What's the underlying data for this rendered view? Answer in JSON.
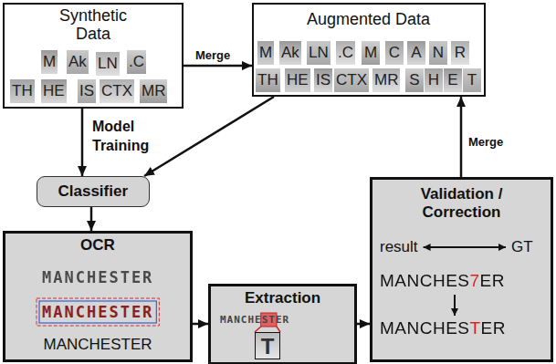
{
  "diagram": {
    "nodes": [
      {
        "text": [
          "Synthetic Data"
        ]
      },
      {
        "text": [
          "Augmented Data"
        ]
      },
      {
        "text": [
          "Classifier"
        ]
      },
      {
        "text": [
          "OCR",
          "MANCHESTER",
          "MANCHESTER",
          "MANCHESTER"
        ]
      },
      {
        "text": [
          "Extraction",
          "MANCHESTER",
          "T"
        ]
      },
      {
        "text": [
          "Validation / Correction",
          "result",
          "GT",
          "MANCHES7ER",
          "MANCHESTER"
        ]
      }
    ],
    "edges": [
      {
        "from": 0,
        "to": 1,
        "label": "Merge",
        "arrow": "to"
      },
      {
        "from": 0,
        "to": 2,
        "label": "Model Training",
        "arrow": "to"
      },
      {
        "from": 1,
        "to": 2,
        "arrow": "to"
      },
      {
        "from": 2,
        "to": 3,
        "arrow": "to"
      },
      {
        "from": 3,
        "to": 4,
        "arrow": "to"
      },
      {
        "from": 4,
        "to": 5,
        "arrow": "to"
      },
      {
        "from": 5,
        "to": 1,
        "label": "Merge",
        "arrow": "to"
      }
    ],
    "labels": [
      "M",
      "Ak",
      "LN",
      ".C",
      "TH",
      "HE",
      "IS",
      "CTX",
      "MR",
      "M",
      "Ak",
      "LN",
      ".C",
      "M",
      "C",
      "A",
      "N",
      "R",
      "TH",
      "HE",
      "IS",
      "CTX",
      "MR",
      "S",
      "H",
      "E",
      "T"
    ]
  }
}
